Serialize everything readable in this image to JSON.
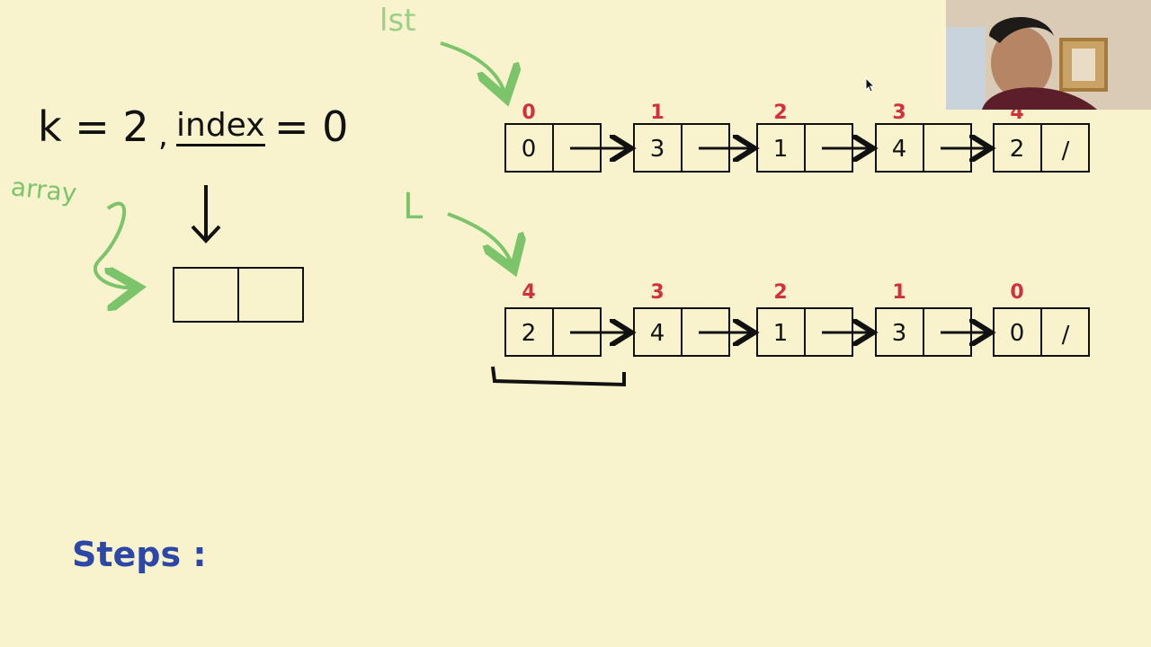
{
  "header": {
    "k_label": "k = 2",
    "sep": ",",
    "index_label": "index",
    "index_eq": "= 0",
    "array_label": "array",
    "lst_label": "lst",
    "l_label": "L",
    "steps_label": "Steps :"
  },
  "array_cells": [
    "",
    ""
  ],
  "lists": {
    "top": {
      "indices": [
        "0",
        "1",
        "2",
        "3",
        "4"
      ],
      "values": [
        "0",
        "3",
        "1",
        "4",
        "2"
      ],
      "null_mark": "/"
    },
    "bottom": {
      "indices": [
        "4",
        "3",
        "2",
        "1",
        "0"
      ],
      "values": [
        "2",
        "4",
        "1",
        "3",
        "0"
      ],
      "null_mark": "/"
    }
  },
  "colors": {
    "background": "#f8f3cd",
    "ink": "#111111",
    "index_red": "#d0313a",
    "pointer_green": "#7cc46a",
    "steps_blue": "#2c47a8"
  },
  "icons": {
    "cursor": "mouse-pointer-icon",
    "webcam": "presenter-webcam"
  }
}
